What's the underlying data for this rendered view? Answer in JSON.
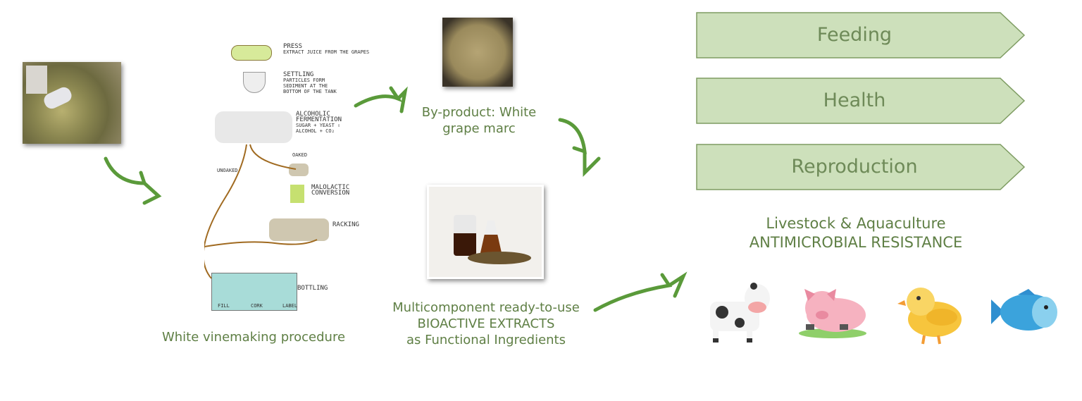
{
  "winemaking": {
    "caption": "White vinemaking procedure",
    "steps": [
      {
        "title": "PRESS",
        "desc": "EXTRACT JUICE FROM THE GRAPES"
      },
      {
        "title": "SETTLING",
        "desc": "PARTICLES FORM SEDIMENT AT THE BOTTOM OF THE TANK"
      },
      {
        "title": "ALCOHOLIC FERMENTATION",
        "desc": "SUGAR + YEAST ⇩ ALCOHOL + CO₂"
      },
      {
        "title": "MALOLACTIC CONVERSION",
        "desc": ""
      },
      {
        "title": "RACKING",
        "desc": ""
      },
      {
        "title": "BOTTLING",
        "desc": ""
      }
    ],
    "oaked": "OAKED",
    "unoaked": "UNOAKED",
    "bottling_labels": [
      "FILL",
      "CORK",
      "LABEL"
    ]
  },
  "byproduct": {
    "caption": "By-product: White grape marc"
  },
  "extracts": {
    "line1": "Multicomponent ready-to-use",
    "line2": "BIOACTIVE EXTRACTS",
    "line3": "as Functional Ingredients"
  },
  "targets": [
    "Feeding",
    "Health",
    "Reproduction"
  ],
  "livestock": {
    "line1": "Livestock & Aquaculture",
    "line2": "ANTIMICROBIAL RESISTANCE"
  },
  "colors": {
    "box_fill": "#cde0bb",
    "box_stroke": "#7e9c62",
    "text": "#5f7f45",
    "arrow": "#5a9a3a"
  }
}
